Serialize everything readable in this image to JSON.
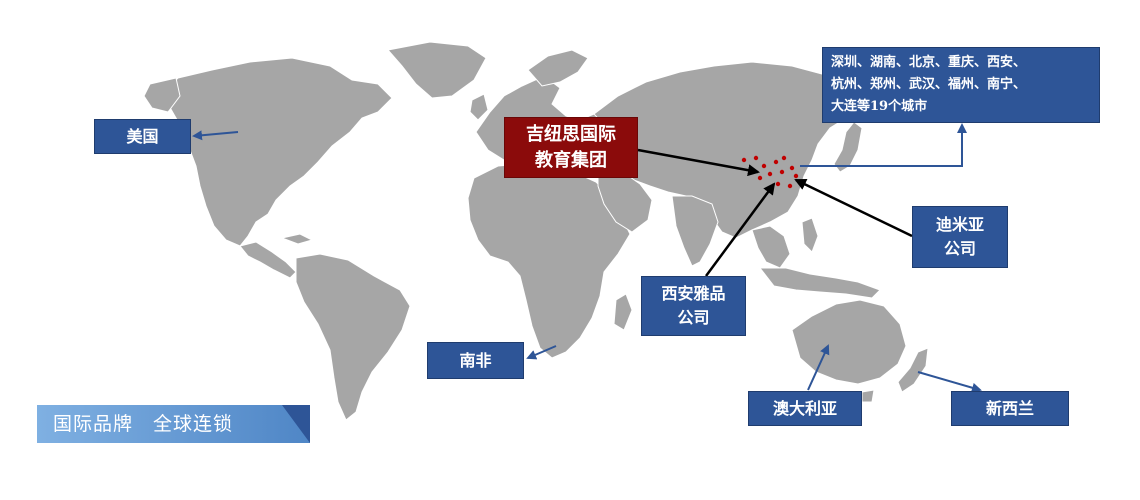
{
  "labels": {
    "usa": "美国",
    "south_africa": "南非",
    "group_line1": "吉纽思国际",
    "group_line2": "教育集团",
    "xian_line1": "西安雅品",
    "xian_line2": "公司",
    "dimi_line1": "迪米亚",
    "dimi_line2": "公司",
    "australia": "澳大利亚",
    "new_zealand": "新西兰",
    "cities_line1": "深圳、湖南、北京、重庆、西安、",
    "cities_line2": "杭州、郑州、武汉、福州、南宁、",
    "cities_line3": "大连等19个城市"
  },
  "banner": {
    "text": "国际品牌　全球连锁"
  },
  "colors": {
    "land": "#a6a6a6",
    "label_box": "#2e5597",
    "group_box": "#8b0b0b",
    "china_dots": "#c00000",
    "banner_gradient_start": "#7fb0e2",
    "banner_gradient_end": "#4f86c6"
  }
}
